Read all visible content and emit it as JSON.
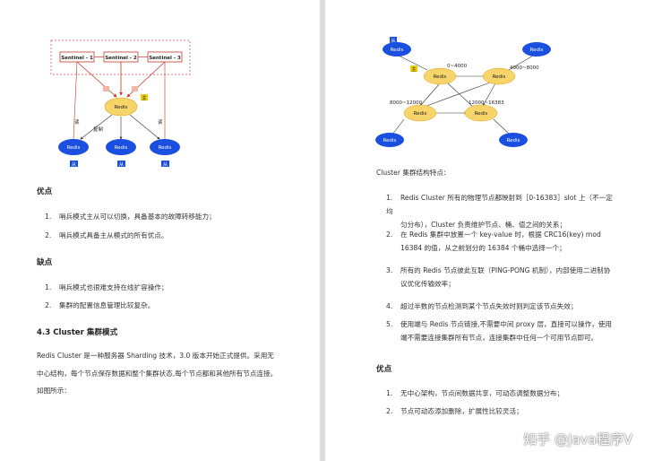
{
  "left": {
    "diagram": {
      "sentinels": [
        "Sentinel - 1",
        "Sentinel - 2",
        "Sentinel - 3"
      ],
      "master": "Redis",
      "master_badge": "主",
      "slaves": [
        "Redis",
        "Redis",
        "Redis"
      ],
      "slave_badges": [
        "从",
        "从",
        "从"
      ],
      "edge_labels": [
        "读",
        "复制",
        "读"
      ]
    },
    "advantages_title": "优点",
    "advantages": [
      {
        "n": "1.",
        "t": "哨兵模式主从可以切换，具备基本的故障转移能力；"
      },
      {
        "n": "2.",
        "t": "哨兵模式具备主从模式的所有优点。"
      }
    ],
    "disadvantages_title": "缺点",
    "disadvantages": [
      {
        "n": "1.",
        "t": "哨兵模式也很难支持在线扩容操作；"
      },
      {
        "n": "2.",
        "t": "集群的配置信息管理比较复杂。"
      }
    ],
    "section_title": "4.3 Cluster 集群模式",
    "para1": "Redis Cluster 是一种服务器 Sharding 技术，3.0 版本开始正式提供。采用无",
    "para2": "中心结构，每个节点保存数据和整个集群状态,每个节点都和其他所有节点连接。",
    "para3": "如图所示："
  },
  "right": {
    "diagram": {
      "nodes": [
        "Redis",
        "Redis",
        "Redis",
        "Redis"
      ],
      "slots": [
        "0~4000",
        "4000~8000",
        "8000~12000",
        "12000~16383"
      ],
      "outer_nodes": [
        "Redis",
        "Redis",
        "Redis",
        "Redis"
      ],
      "badges": [
        "从",
        "主"
      ]
    },
    "features_title": "Cluster 集群结构特点：",
    "features": [
      {
        "n": "1.",
        "lines": [
          "Redis Cluster 所有的物理节点都映射到［0-16383］slot 上（不一定均",
          "匀分布），Cluster 负责维护节点、桶、值之间的关系；"
        ]
      },
      {
        "n": "2.",
        "lines": [
          "在  Redis  集群中放置一个  key-value 时，根据  CRC16(key) mod",
          "16384 的值，从之前划分的  16384  个桶中选择一个；"
        ]
      },
      {
        "n": "3.",
        "lines": [
          "所有的  Redis  节点彼此互联（PING-PONG 机制），内部使用二进制协",
          "议优化传输效率；"
        ]
      },
      {
        "n": "4.",
        "lines": [
          "超过半数的节点检测到某个节点失效时则判定该节点失效；"
        ]
      },
      {
        "n": "5.",
        "lines": [
          "使用端与  Redis  节点链接,不需要中间  proxy 层，直接可以操作，使用",
          "端不需要连接集群所有节点，连接集群中任何一个可用节点即可。"
        ]
      }
    ],
    "advantages_title": "优点",
    "advantages": [
      {
        "n": "1.",
        "t": "无中心架构，节点间数据共享，可动态调整数据分布；"
      },
      {
        "n": "2.",
        "t": "节点可动态添加删除，扩展性比较灵活；"
      }
    ]
  },
  "watermark": "知乎 @Java程序V"
}
